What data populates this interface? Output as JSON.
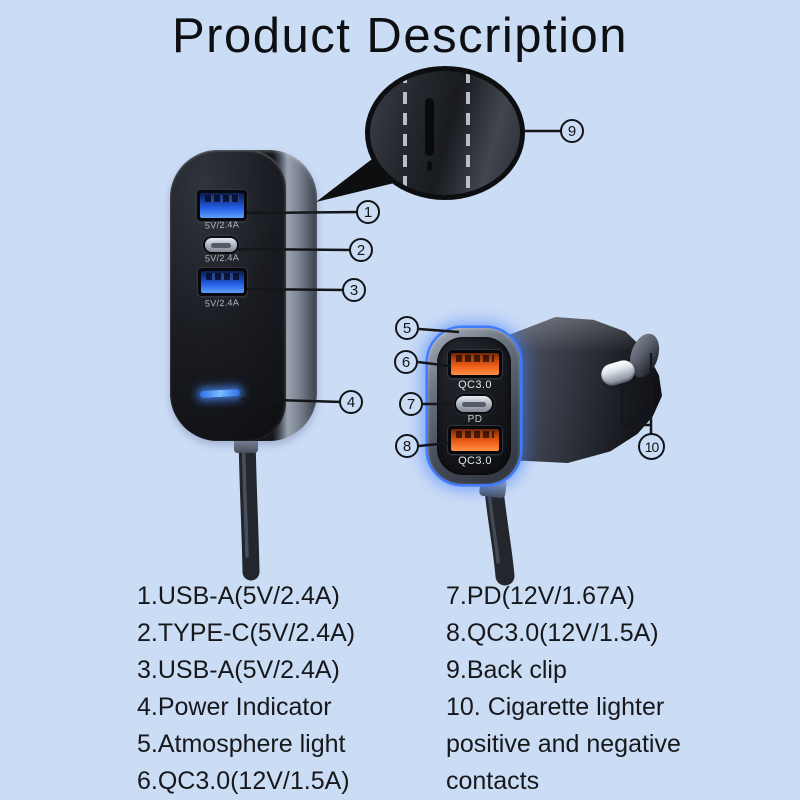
{
  "title": "Product Description",
  "colors": {
    "background": "#cbdcf5",
    "atmosphere_blue": "#3b82f6",
    "usb_blue": "#2563eb",
    "qc_orange": "#f0611c",
    "indicator_blue": "#4f8ef7"
  },
  "hub": {
    "ports": [
      {
        "type": "usb-a",
        "label": "5V/2.4A"
      },
      {
        "type": "type-c",
        "label": "5V/2.4A"
      },
      {
        "type": "usb-a",
        "label": "5V/2.4A"
      }
    ]
  },
  "charger": {
    "ports": [
      {
        "type": "usb-a",
        "label": "QC3.0"
      },
      {
        "type": "type-c",
        "label": "PD"
      },
      {
        "type": "usb-a",
        "label": "QC3.0"
      }
    ]
  },
  "callouts": [
    "1",
    "2",
    "3",
    "4",
    "5",
    "6",
    "7",
    "8",
    "9",
    "10"
  ],
  "legend": {
    "left": [
      "1.USB-A(5V/2.4A)",
      "2.TYPE-C(5V/2.4A)",
      "3.USB-A(5V/2.4A)",
      "4.Power Indicator",
      "5.Atmosphere light",
      "6.QC3.0(12V/1.5A)"
    ],
    "right": [
      "7.PD(12V/1.67A)",
      "8.QC3.0(12V/1.5A)",
      "9.Back clip",
      "10. Cigarette lighter positive and negative contacts"
    ]
  }
}
